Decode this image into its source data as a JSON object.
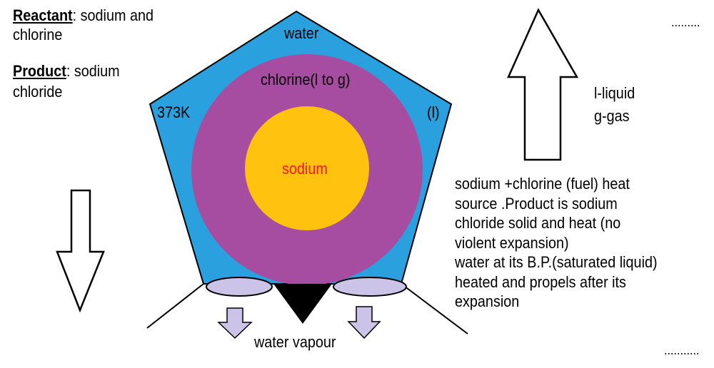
{
  "reactant": {
    "heading": "Reactant",
    "text": ": sodium and",
    "text2": "chlorine"
  },
  "product": {
    "heading": "Product",
    "text": ": sodium",
    "text2": "chloride"
  },
  "labels": {
    "water": "water",
    "chlorine": "chlorine(l to g)",
    "temperature": "373K",
    "liquid_state": "(l)",
    "sodium": "sodium",
    "water_vapour": "water vapour",
    "dots_top": ".........",
    "dots_bottom": "..........."
  },
  "legend": {
    "liquid": "l-liquid",
    "gas": "g-gas"
  },
  "description": [
    "sodium +chlorine (fuel) heat",
    "source .Product is sodium",
    "chloride solid and heat (no",
    "violent expansion)",
    "water at its B.P.(saturated liquid)",
    "heated and propels after its",
    "expansion"
  ],
  "colors": {
    "pentagon_fill": "#2ba0de",
    "circle_outer": "#a64ca1",
    "circle_inner": "#ffc20e",
    "nozzle_fill": "#ccc4e8",
    "sodium_text": "#ed1c24"
  }
}
